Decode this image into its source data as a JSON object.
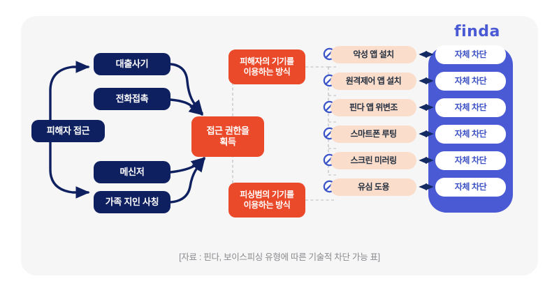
{
  "card": {
    "background_color": "#f6f6f6"
  },
  "colors": {
    "navy": "#0f2060",
    "orange": "#ea4a2a",
    "peach": "#fbddcc",
    "finda_blue": "#4a5ad4",
    "chip_text": "#3b4fc4",
    "dashed_gray": "#b9b9bd",
    "caption_gray": "#8a8a8f"
  },
  "brand": {
    "logo_text": "finda"
  },
  "flow": {
    "entry": {
      "label": "피해자 접근"
    },
    "upper_channels": [
      {
        "label": "대출사기"
      },
      {
        "label": "전화접촉"
      }
    ],
    "lower_channels": [
      {
        "label": "메신저"
      },
      {
        "label": "가족 지인 사칭"
      }
    ],
    "goal": {
      "label": "접근 권한을\n획득"
    },
    "methods": [
      {
        "label": "피해자의 기기를\n이용하는 방식"
      },
      {
        "label": "피싱범의 기기를\n이용하는 방식"
      }
    ]
  },
  "attacks": [
    {
      "icon": "prohibition-icon",
      "label": "악성 앱 설치",
      "block": "자체 차단"
    },
    {
      "icon": "prohibition-icon",
      "label": "원격제어 앱 설치",
      "block": "자체 차단"
    },
    {
      "icon": "prohibition-icon",
      "label": "핀다 앱 위변조",
      "block": "자체 차단"
    },
    {
      "icon": "prohibition-icon",
      "label": "스마트폰 루팅",
      "block": "자체 차단"
    },
    {
      "icon": "prohibition-icon",
      "label": "스크린 미러링",
      "block": "자체 차단"
    },
    {
      "icon": "prohibition-icon",
      "label": "유심 도용",
      "block": "자체 차단"
    }
  ],
  "caption": {
    "text": "[자료 : 핀다, 보이스피싱 유형에 따른 기술적 차단 가능 표]"
  }
}
